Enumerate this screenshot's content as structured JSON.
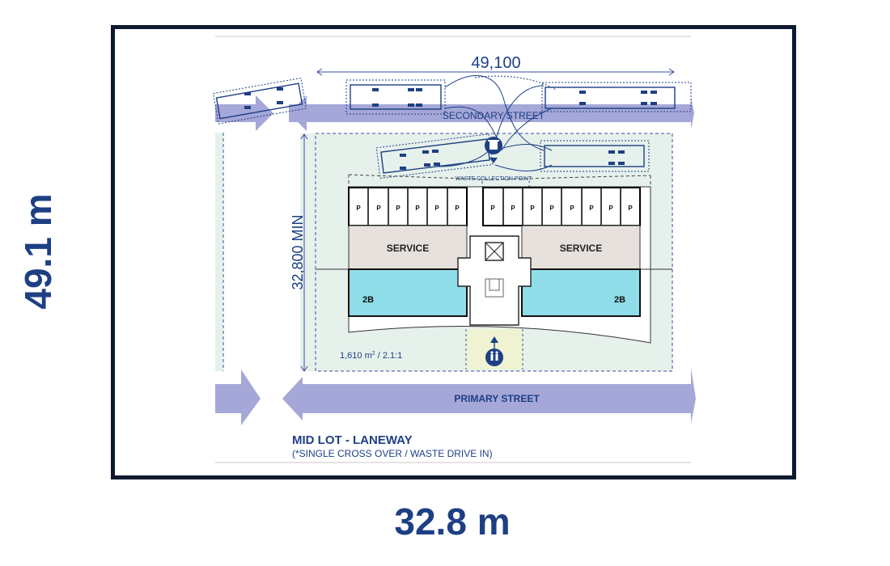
{
  "dimensions": {
    "height_label": "49.1 m",
    "width_label": "32.8 m"
  },
  "plan": {
    "top_dimension": "49,100",
    "side_dimension": "32,800 MIN",
    "secondary_street": "SECONDARY STREET",
    "primary_street": "PRIMARY STREET",
    "waste_collection": "WASTE COLLECTION POINT",
    "parking_label": "P",
    "service_left": "SERVICE",
    "service_right": "SERVICE",
    "unit_left": "2B",
    "unit_right": "2B",
    "site_area": "1,610 m",
    "site_area_sup": "2",
    "site_ratio": " / 2.1:1",
    "title": "MID LOT - LANEWAY",
    "subtitle": "(*SINGLE CROSS OVER / WASTE DRIVE IN)"
  },
  "colors": {
    "accent_blue": "#1d3f84",
    "street_band": "#a4a7d7",
    "lawn": "#e6f1ec",
    "service": "#e6e1dc",
    "unit_2b": "#8fdde8",
    "entry": "#eff3d2"
  },
  "icons": [
    "waste-bin-icon",
    "pedestrian-icon"
  ]
}
